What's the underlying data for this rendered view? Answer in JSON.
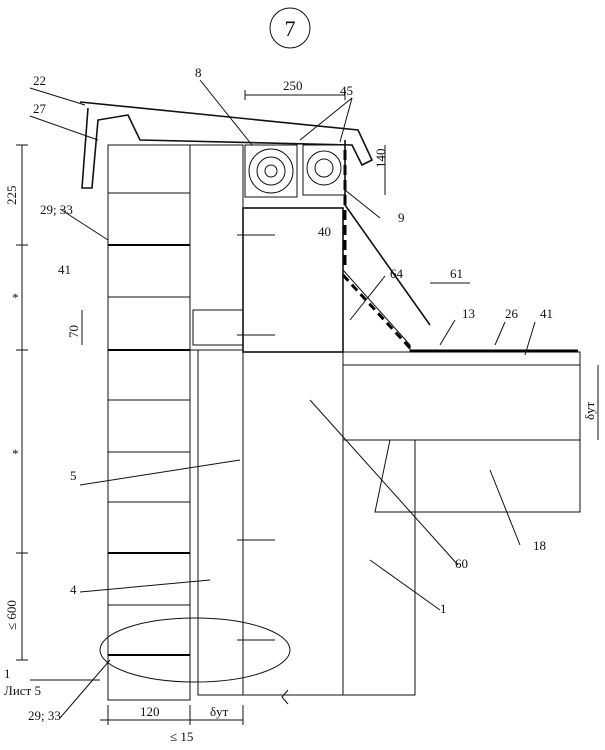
{
  "sheet_number": "7",
  "callouts": {
    "c22": "22",
    "c27": "27",
    "c8": "8",
    "c45": "45",
    "c29_33_top": "29; 33",
    "c140": "140",
    "c9": "9",
    "c40": "40",
    "c41_left": "41",
    "c64": "64",
    "c61": "61",
    "c13": "13",
    "c26": "26",
    "c41_right": "41",
    "c5": "5",
    "c60": "60",
    "c18": "18",
    "c4": "4",
    "c1_right": "1",
    "c1_left": "1",
    "c29_33_bottom": "29; 33",
    "sheet_ref": "Лист 5"
  },
  "dimensions": {
    "d250": "250",
    "d225": "225",
    "d70": "70",
    "star1": "*",
    "star2": "*",
    "d600": "≤ 600",
    "d120": "120",
    "d15": "≤ 15",
    "delta_bottom": "δут",
    "delta_right": "δут"
  }
}
